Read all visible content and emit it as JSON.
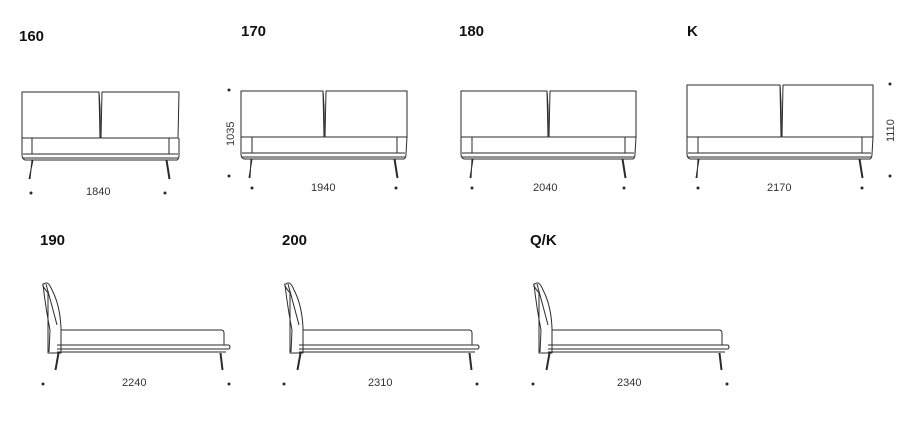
{
  "front_views": [
    {
      "label": "160",
      "width_mm": "1840"
    },
    {
      "label": "170",
      "width_mm": "1940",
      "height_mm": "1035"
    },
    {
      "label": "180",
      "width_mm": "2040"
    },
    {
      "label": "K",
      "width_mm": "2170",
      "height_mm": "1110"
    }
  ],
  "side_views": [
    {
      "label": "190",
      "length_mm": "2240"
    },
    {
      "label": "200",
      "length_mm": "2310"
    },
    {
      "label": "Q/K",
      "length_mm": "2340"
    }
  ],
  "colors": {
    "line": "#2a2a2a",
    "text": "#111111"
  }
}
